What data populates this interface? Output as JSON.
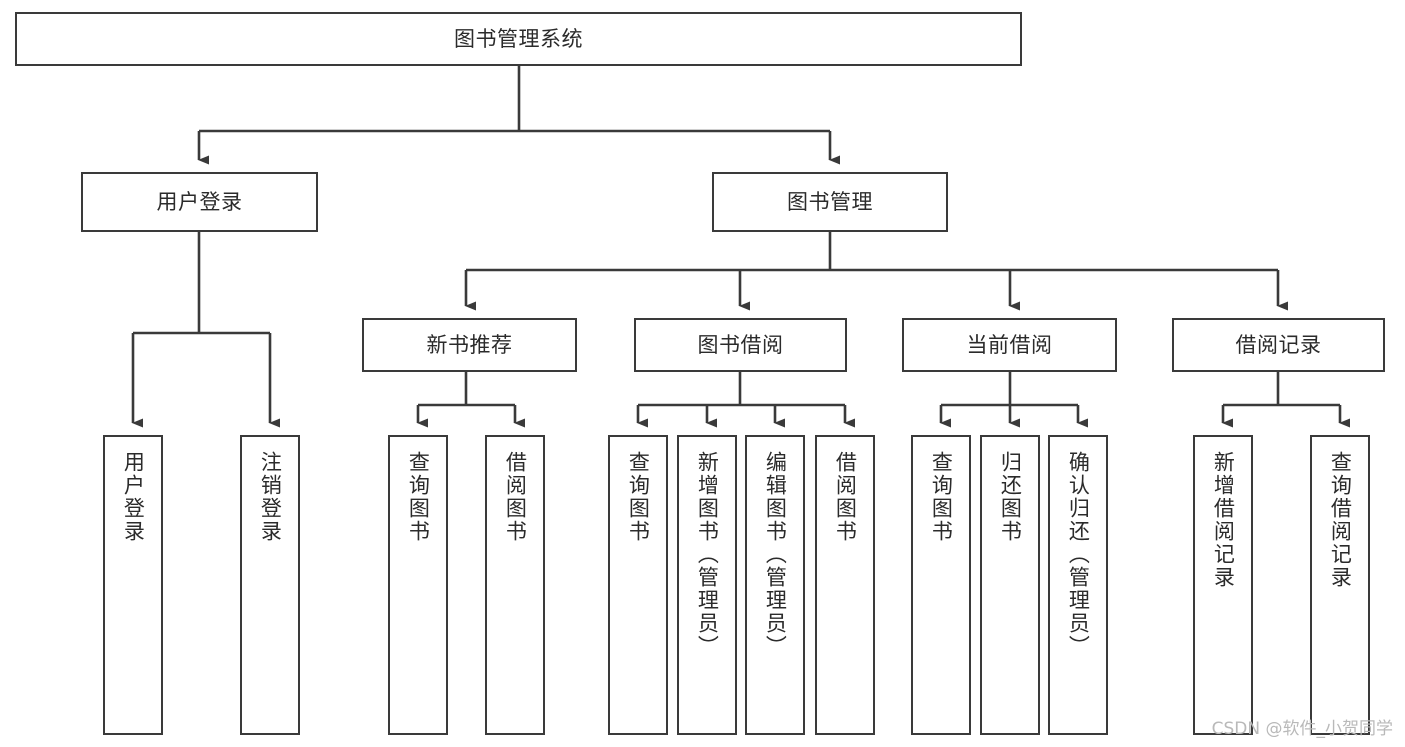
{
  "diagram": {
    "type": "tree",
    "title": "图书管理系统",
    "root": {
      "label": "图书管理系统"
    },
    "level2": [
      {
        "label": "用户登录"
      },
      {
        "label": "图书管理"
      }
    ],
    "level3": [
      {
        "label": "新书推荐"
      },
      {
        "label": "图书借阅"
      },
      {
        "label": "当前借阅"
      },
      {
        "label": "借阅记录"
      }
    ],
    "leaves": {
      "user_login": [
        {
          "label": "用户登录"
        },
        {
          "label": "注销登录"
        }
      ],
      "new_book_recommend": [
        {
          "label": "查询图书"
        },
        {
          "label": "借阅图书"
        }
      ],
      "book_borrow": [
        {
          "label": "查询图书"
        },
        {
          "label": "新增图书（管理员）"
        },
        {
          "label": "编辑图书（管理员）"
        },
        {
          "label": "借阅图书"
        }
      ],
      "current_borrow": [
        {
          "label": "查询图书"
        },
        {
          "label": "归还图书"
        },
        {
          "label": "确认归还（管理员）"
        }
      ],
      "borrow_record": [
        {
          "label": "新增借阅记录"
        },
        {
          "label": "查询借阅记录"
        }
      ]
    }
  },
  "watermark": {
    "text": "CSDN @软件_小贺同学"
  },
  "colors": {
    "background": "#ffffff",
    "box_fill": "#ffffff",
    "box_stroke": "#3a3a3a",
    "text": "#2b2b2b",
    "connector": "#3a3a3a",
    "watermark": "#b9b9b9"
  }
}
